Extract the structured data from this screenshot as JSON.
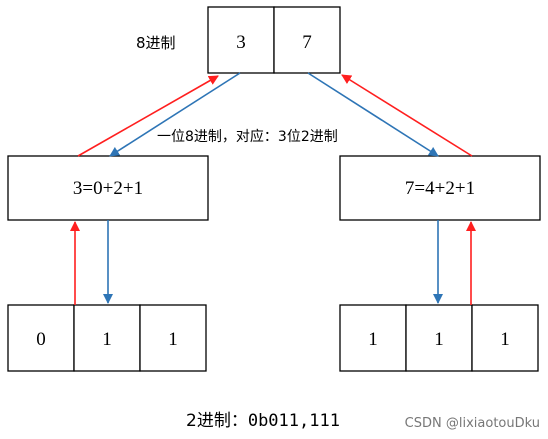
{
  "top": {
    "label": "8进制",
    "digits": [
      "3",
      "7"
    ]
  },
  "note": "一位8进制，对应：3位2进制",
  "left_group": {
    "equation": "3=0+2+1",
    "bits": [
      "0",
      "1",
      "1"
    ]
  },
  "right_group": {
    "equation": "7=4+2+1",
    "bits": [
      "1",
      "1",
      "1"
    ]
  },
  "result": {
    "prefix": "2进制：",
    "value": "0b011,111"
  },
  "watermark": "CSDN @lixiaotouDku",
  "colors": {
    "up_arrow": "#ff1f1f",
    "down_arrow": "#2e75b6"
  }
}
